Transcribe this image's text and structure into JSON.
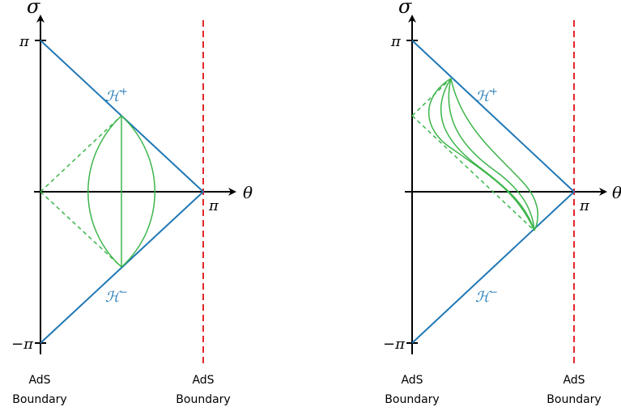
{
  "colors": {
    "axis": "#000000",
    "horizon": "#1f77b4",
    "geodesic": "#3cb54a",
    "boundary": "#e3262b"
  },
  "labels": {
    "sigma": "σ",
    "theta": "θ",
    "pi": "π",
    "minus_pi": "−π",
    "h_plus": "ℋ",
    "h_plus_sup": "+",
    "h_minus": "ℋ",
    "h_minus_sup": "−",
    "ads": "AdS",
    "boundary": "Boundary"
  }
}
